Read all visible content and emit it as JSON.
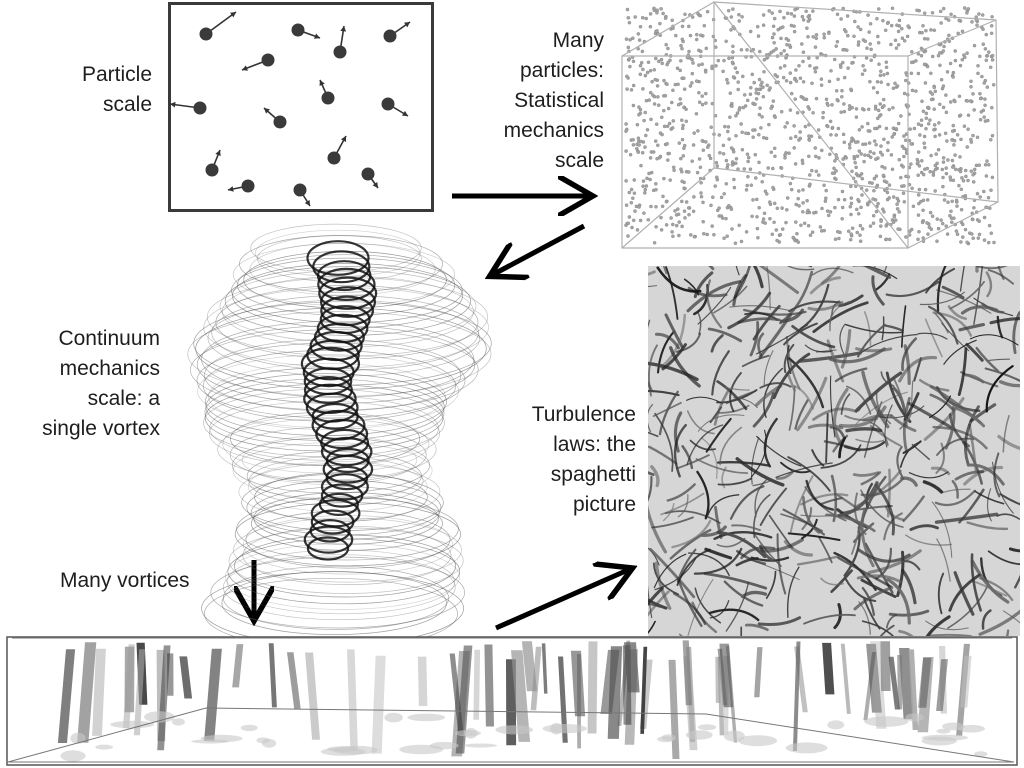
{
  "labels": {
    "particle_scale": "Particle\nscale",
    "many_particles": "Many\nparticles:\nStatistical\nmechanics\nscale",
    "continuum": "Continuum\nmechanics\nscale: a\nsingle vortex",
    "turbulence": "Turbulence\nlaws: the\nspaghetti\npicture",
    "many_vortices": "Many vortices"
  },
  "colors": {
    "ink": "#1e1e1e",
    "particle": "#3a3a3a",
    "grey_particle": "#9a9a9a",
    "box_edge": "#b0b0b0",
    "turbulence_bg": "#d6d6d6"
  }
}
